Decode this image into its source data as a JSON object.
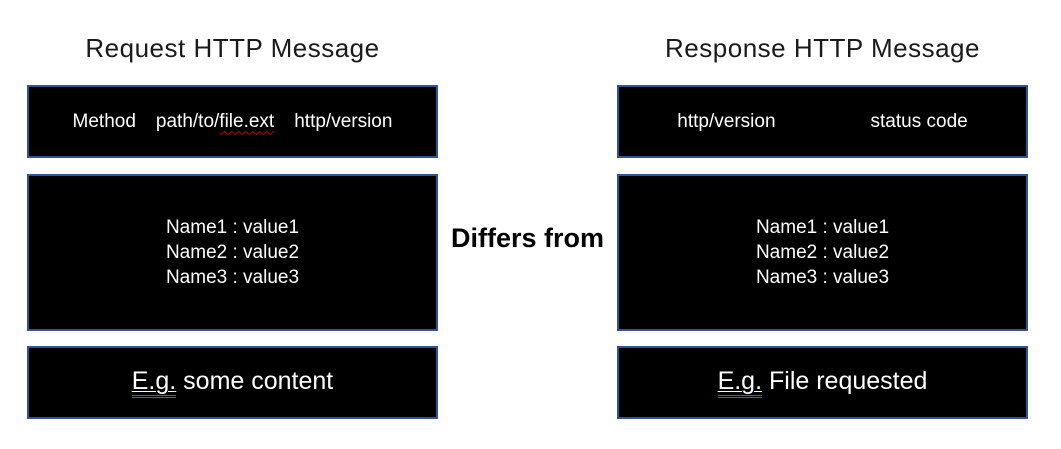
{
  "comparison_label": "Differs from",
  "request": {
    "title": "Request HTTP Message",
    "start_line": {
      "method": "Method",
      "path_prefix": "path/to/",
      "file": "file.ext",
      "version": "http/version"
    },
    "headers": [
      "Name1 : value1",
      "Name2 : value2",
      "Name3 : value3"
    ],
    "body": {
      "prefix": "E.g.",
      "text": " some content"
    }
  },
  "response": {
    "title": "Response HTTP Message",
    "start_line": {
      "version": "http/version",
      "status": "status code"
    },
    "headers": [
      "Name1 : value1",
      "Name2 : value2",
      "Name3 : value3"
    ],
    "body": {
      "prefix": "E.g.",
      "text": " File requested"
    }
  },
  "colors": {
    "box_fill": "#000000",
    "box_border": "#2f5597",
    "box_text": "#ffffff",
    "spellcheck_underline": "#c00000",
    "grammar_underline": "#3b63c4",
    "title_text": "#1a1a1a",
    "comparison_text": "#000000"
  }
}
